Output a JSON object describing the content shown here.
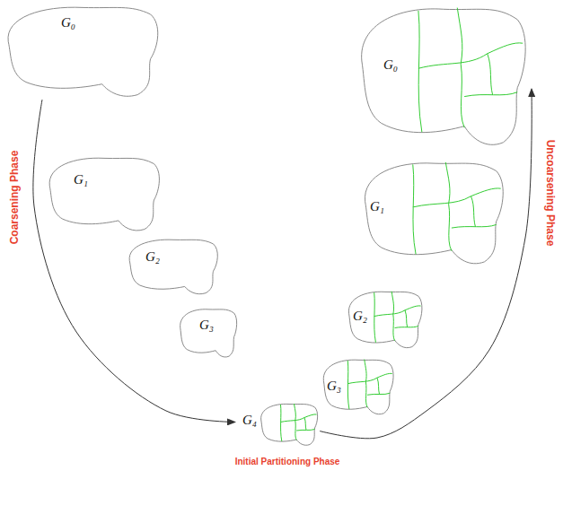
{
  "diagram": {
    "nodes": [
      {
        "text": [
          "G₀"
        ]
      },
      {
        "text": [
          "G₁"
        ]
      },
      {
        "text": [
          "G₂"
        ]
      },
      {
        "text": [
          "G₃"
        ]
      },
      {
        "text": [
          "G₄"
        ]
      },
      {
        "text": [
          "G₃"
        ]
      },
      {
        "text": [
          "G₂"
        ]
      },
      {
        "text": [
          "G₁"
        ]
      },
      {
        "text": [
          "G₀"
        ]
      }
    ],
    "edges": [
      {
        "from": 0,
        "to": 4,
        "arrow": "to"
      },
      {
        "from": 4,
        "to": 8,
        "arrow": "to"
      }
    ],
    "labels": [
      "Coarsening Phase",
      "Initial Partitioning Phase",
      "Uncoarsening Phase"
    ]
  }
}
